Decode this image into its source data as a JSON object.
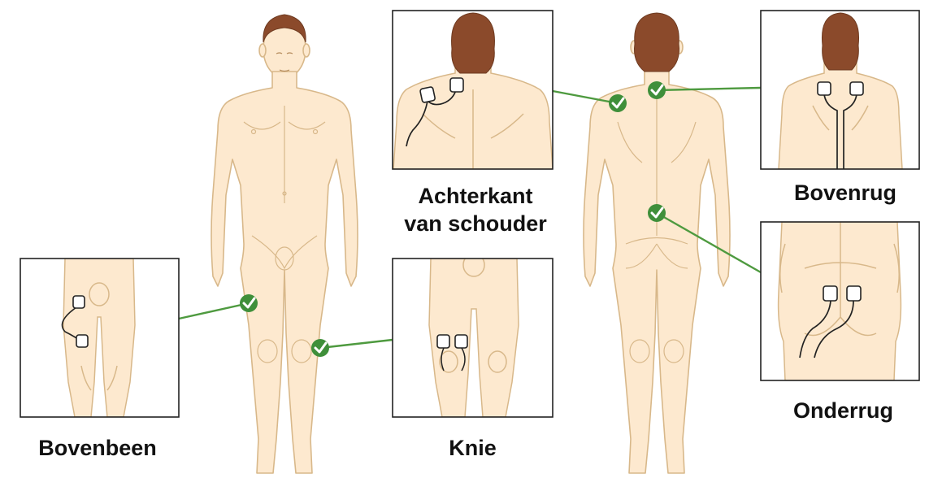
{
  "labels": {
    "bovenbeen": "Bovenbeen",
    "knie": "Knie",
    "schouder_line1": "Achterkant",
    "schouder_line2": "van schouder",
    "bovenrug": "Bovenrug",
    "onderrug": "Onderrug"
  },
  "colors": {
    "skin": "#fde9cf",
    "outline": "#d8b88a",
    "hair": "#8b4a2b",
    "connector": "#4e9a3f",
    "check": "#3f8f3a",
    "pad_stroke": "#222222",
    "frame": "#222222"
  },
  "icons": [
    "check-icon",
    "electrode-pad-icon"
  ]
}
